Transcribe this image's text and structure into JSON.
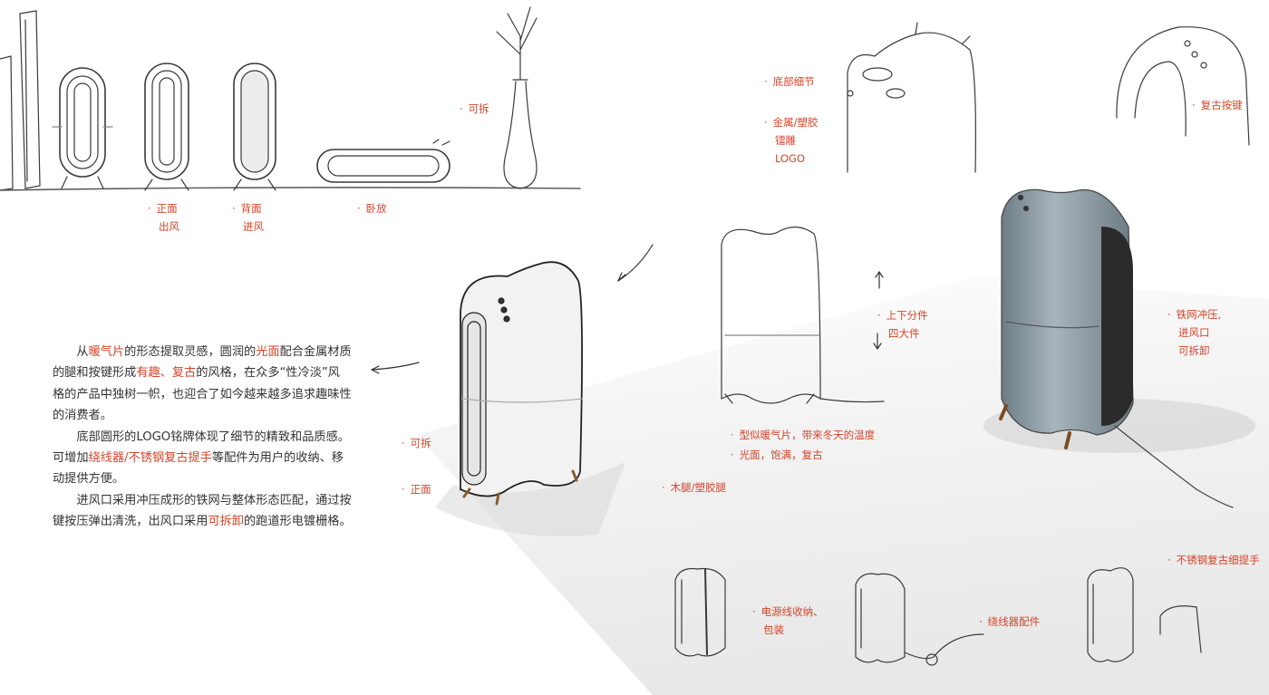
{
  "labels": {
    "detachable_top": "可拆",
    "front_outlet_1": "正面",
    "front_outlet_2": "出风",
    "back_inlet_1": "背面",
    "back_inlet_2": "进风",
    "lying": "卧放",
    "bottom_detail": "底部细节",
    "metal_logo_1": "金属/塑胶",
    "metal_logo_2": "镭雕",
    "metal_logo_3": "LOGO",
    "retro_button": "复古按键",
    "split_1": "上下分件",
    "split_2": "四大件",
    "mesh_1": "铁网冲压,",
    "mesh_2": "进风口",
    "mesh_3": "可拆卸",
    "shape_1": "型似暖气片，带来冬天的温度",
    "shape_2": "光面，饱满，复古",
    "leg": "木腿/塑胶腿",
    "detachable_left": "可拆",
    "front_left": "正面",
    "cord_1": "电源线收纳、",
    "cord_2": "包装",
    "winder": "绕线器配件",
    "handle": "不锈钢复古细提手"
  },
  "text": {
    "p1_a": "从",
    "p1_h1": "暖气片",
    "p1_b": "的形态提取灵感，圆润的",
    "p1_h2": "光面",
    "p1_c": "配合金属材质的腿和按键形成",
    "p1_h3": "有趣、复古",
    "p1_d": "的风格，在众多“性冷淡”风格的产品中独树一帜，也迎合了如今越来越多追求趣味性的消费者。",
    "p2_a": "底部圆形的LOGO铭牌体现了细节的精致和品质感。可增加",
    "p2_h1": "绕线器/不锈钢复古提手",
    "p2_b": "等配件为用户的收纳、移动提供方便。",
    "p3_a": "进风口采用冲压成形的铁网与整体形态匹配，通过按键按压弹出清洗，出风口采用",
    "p3_h1": "可拆卸",
    "p3_b": "的跑道形电镀栅格。"
  },
  "colors": {
    "accent": "#d2452a",
    "text": "#333333",
    "sketch": "#3a3a3a"
  }
}
